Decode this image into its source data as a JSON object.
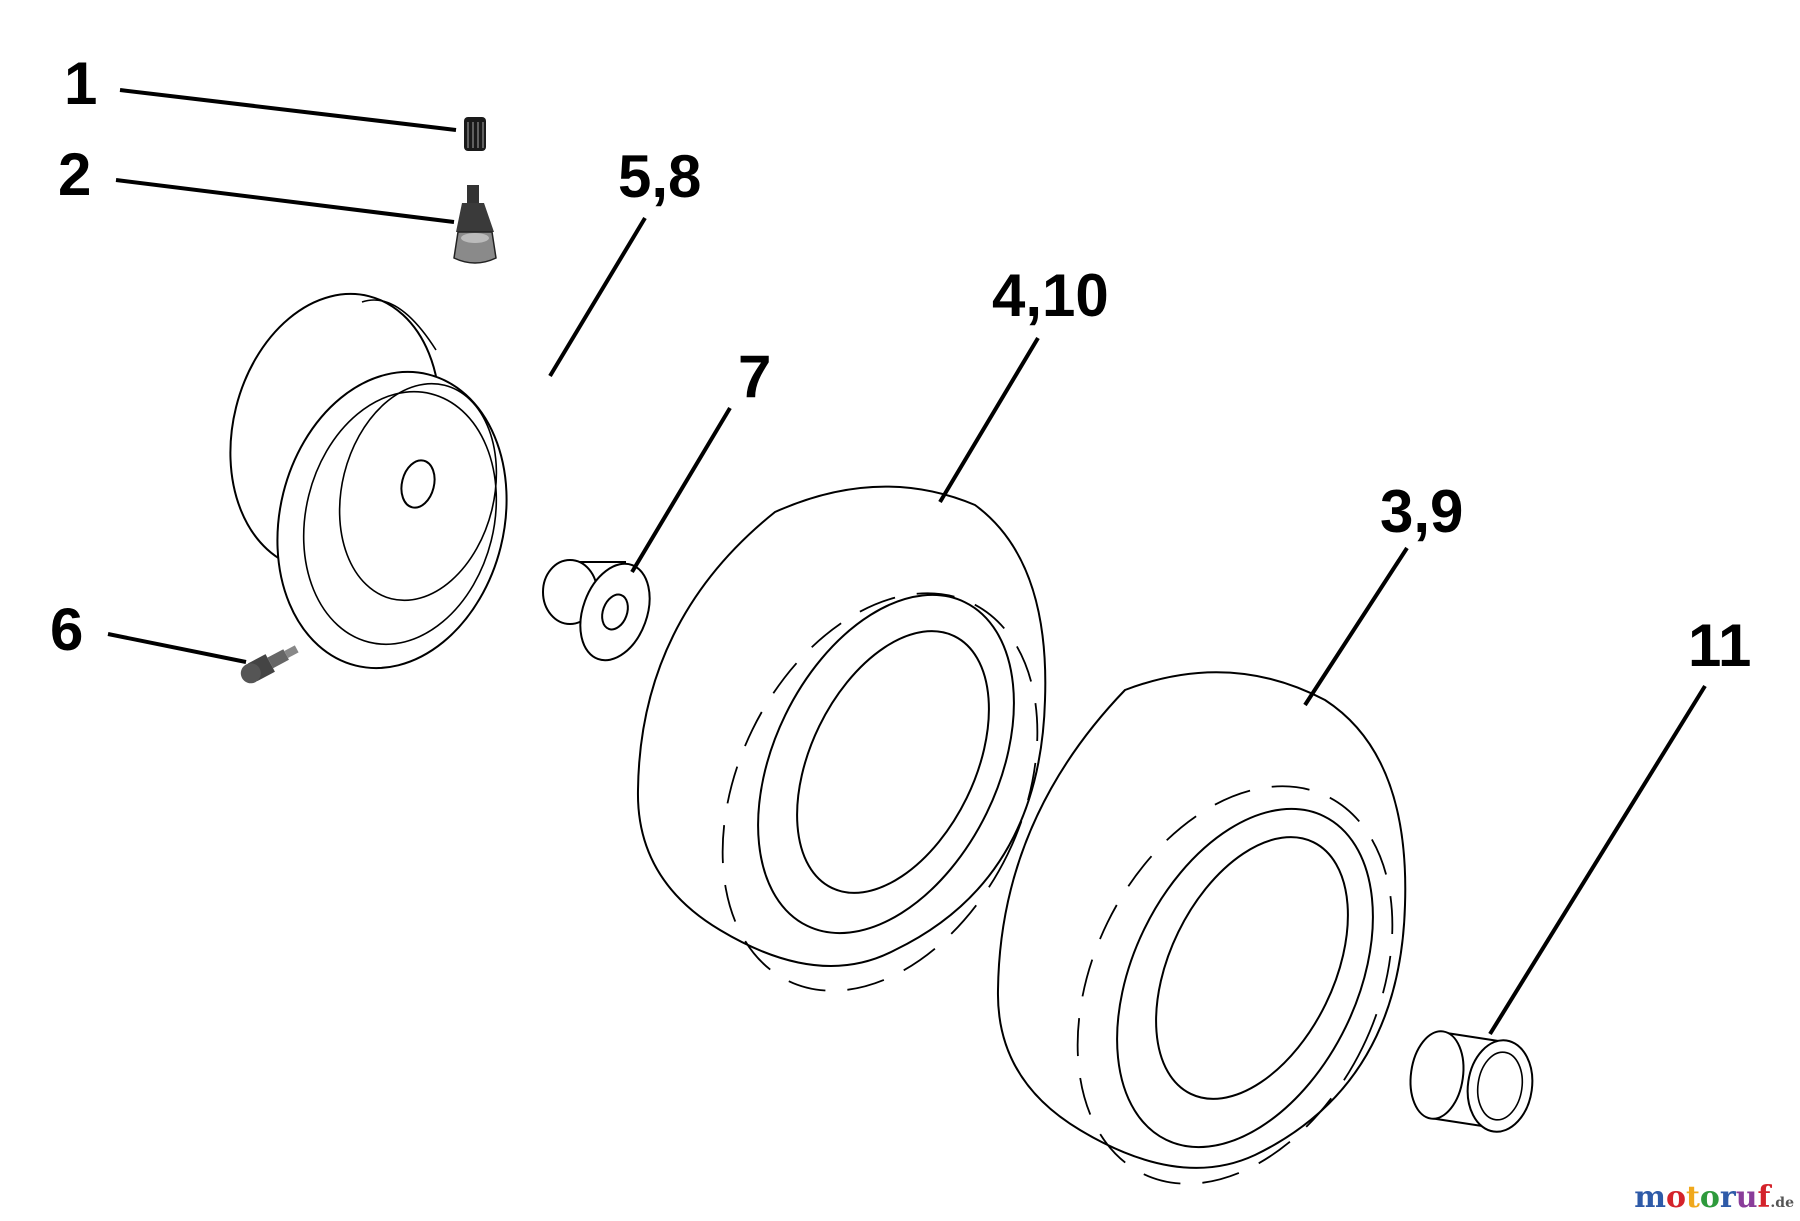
{
  "callouts": {
    "c1": "1",
    "c2": "2",
    "c58": "5,8",
    "c410": "4,10",
    "c7": "7",
    "c39": "3,9",
    "c6": "6",
    "c11": "11"
  },
  "watermark": {
    "m1": "m",
    "o1": "o",
    "t": "t",
    "o2": "o",
    "r": "r",
    "u": "u",
    "f": "f",
    "tld": ".de",
    "colors": [
      "#2e5aa8",
      "#d4232b",
      "#f0a81c",
      "#2e9a3c",
      "#2e5aa8",
      "#8a3d9a",
      "#d4232b",
      "#555555"
    ]
  }
}
